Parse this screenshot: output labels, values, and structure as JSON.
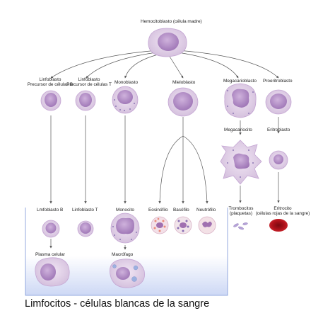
{
  "labels": {
    "hemocitoblasto": "Hemocitoblasto (célula madre)",
    "linfoblasto_b": [
      "Linfoblasto",
      "Precursor de células B"
    ],
    "linfoblasto_t": [
      "Linfoblasto",
      "Precursor de células T"
    ],
    "monoblasto": "Monoblasto",
    "mieloblasto": "Mieloblasto",
    "megacarioblasto": "Megacarioblasto",
    "proeritroblasto": "Proeritroblasto",
    "megacariocito": "Megacariocito",
    "eritroblasto": "Eritroblasto",
    "lmfoblasto_b": "Lmfoblasto B",
    "linfoblasto_t2": "Linfoblasto T",
    "monocito": "Monocito",
    "eosinofilo": "Eosinófilo",
    "basofilo": "Basófilo",
    "neutrofilo": "Neutrófilo",
    "trombocitos": [
      "Trombocitos",
      "(plaquetas)"
    ],
    "eritrocito": [
      "Eritrocito",
      "(células rojas de la sangre)"
    ],
    "plasma_celular": "Plasma celular",
    "macrofago": "Macrófago"
  },
  "caption": "Limfocitos - células blancas de la sangre",
  "colors": {
    "cell_fill": "#d9c4e0",
    "nucleus": "#b48bc6",
    "membrane": "#c9a8d8",
    "granule_eos": "#e98a7a",
    "granule_baso": "#8a6fb4",
    "rbc": "#b3121b",
    "lines": "#555555",
    "box_border": "#6a8fd8",
    "box_fill_bottom": "#d4ddf6"
  }
}
